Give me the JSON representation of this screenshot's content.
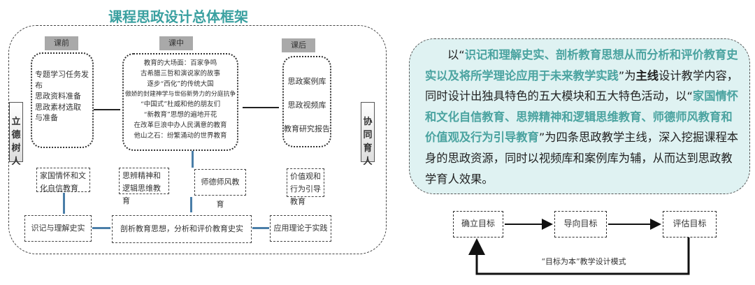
{
  "title": "课程思政设计总体框架",
  "tabs": {
    "before": "课前",
    "during": "课中",
    "after": "课后"
  },
  "before_items": [
    "专题学习任务发布",
    "思政资料准备",
    "思政素材选取",
    "与准备"
  ],
  "during_items": [
    "教育的大场面：百家争鸣",
    "古希腊三哲和演说家的故事",
    "逐步“西化”的传统大国",
    "傲娇的封建神学与世俗新势力的分庭抗争",
    "“中国式”杜威和他的朋友们",
    "“新教育”思想的遍地开花",
    "在改革巨浪中办人民满意的教育",
    "他山之石：纷繁涌动的世界教育"
  ],
  "after_items": [
    "思政案例库",
    "思政视频库",
    "教育研究报告"
  ],
  "left_side": "立德树人",
  "right_side": "协同育人",
  "themes": [
    "家国情怀和文化自信教育",
    "思辨精神和逻辑思维教育",
    "师德师风教育",
    "价值观和行为引导教育"
  ],
  "steps": [
    "识记与理解史实",
    "剖析教育思想，分析和评价教育史实",
    "应用理论于实践"
  ],
  "summary": {
    "p1": "以“",
    "h1": "识记和理解史实、剖析教育思想从而分析和评价教育史实以及将所学理论应用于未来教学实践",
    "p2": "”为",
    "b1": "主线",
    "p3": "设计教学内容，同时设计出独具特色的五大模块和五大特色活动，以“",
    "h2": "家国情怀和文化自信教育、思辨精神和逻辑思维教育、师德师风教育和价值观及行为引导教育",
    "p4": "”为四条思政教学主线，深入挖掘课程本身的思政资源，同时以视频库和案例库为辅，从而达到思政教学育人效果。"
  },
  "flow": {
    "boxes": [
      "确立目标",
      "导向目标",
      "评估目标"
    ],
    "caption": "“目标为本”教学设计模式"
  },
  "colors": {
    "accent": "#3aa0a0",
    "panel_bg": "#dff2f2"
  }
}
